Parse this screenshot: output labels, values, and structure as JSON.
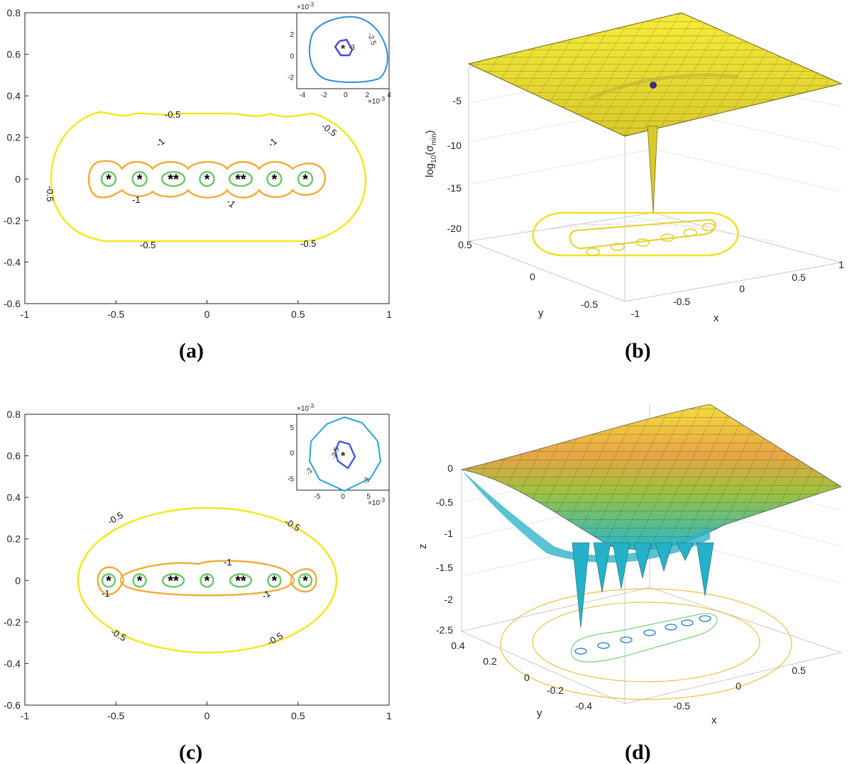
{
  "panel_labels": [
    "(a)",
    "(b)",
    "(c)",
    "(d)"
  ],
  "colors": {
    "level_-0.5": "#f5e71c",
    "level_-1": "#f0ad3c",
    "level_-1.5": "#6dc96b",
    "level_-2": "#25a4da",
    "level_-2.5": "#4a5ed6",
    "marker": "#000000",
    "surface_top": "#f2e93a",
    "surface_teal": "#27b7c9"
  },
  "chart_data": [
    {
      "id": "a",
      "type": "contour",
      "title": "",
      "xlabel": "",
      "ylabel": "",
      "xlim": [
        -1,
        1
      ],
      "ylim": [
        -0.6,
        0.8
      ],
      "xticks": [
        "-1",
        "-0.5",
        "0",
        "0.5",
        "1"
      ],
      "yticks": [
        "-0.6",
        "-0.4",
        "-0.2",
        "0",
        "0.2",
        "0.4",
        "0.6",
        "0.8"
      ],
      "eigenvalues_x": [
        -0.54,
        -0.37,
        -0.2,
        -0.17,
        0,
        0.17,
        0.2,
        0.37,
        0.54
      ],
      "eigenvalues_y": [
        0,
        0,
        0,
        0,
        0,
        0,
        0,
        0,
        0
      ],
      "contour_levels": [
        -0.5,
        -1,
        -1.5
      ],
      "contour_labels": [
        "-0.5",
        "-0.5",
        "-0.5",
        "-0.5",
        "-0.5",
        "-1",
        "-1",
        "-1",
        "-1"
      ],
      "inset": {
        "xticks": [
          "-4",
          "-2",
          "0",
          "2",
          "4"
        ],
        "yticks": [
          "-2",
          "0",
          "2"
        ],
        "scale_label": "×10",
        "scale_exp": "-3",
        "contour_labels": [
          "-2.5",
          "-3"
        ]
      }
    },
    {
      "id": "b",
      "type": "surface",
      "xlabel": "x",
      "ylabel": "y",
      "zlabel_main": "log",
      "zlabel_sub": "10",
      "zlabel_tail": "(σ",
      "zlabel_sub2": "min",
      "zlabel_close": ")",
      "zticks": [
        "-5",
        "-10",
        "-15",
        "-20"
      ],
      "xticks": [
        "-1",
        "-0.5",
        "0",
        "0.5",
        "1"
      ],
      "yticks": [
        "0.5",
        "0",
        "-0.5"
      ]
    },
    {
      "id": "c",
      "type": "contour",
      "title": "",
      "xlabel": "",
      "ylabel": "",
      "xlim": [
        -1,
        1
      ],
      "ylim": [
        -0.6,
        0.8
      ],
      "xticks": [
        "-1",
        "-0.5",
        "0",
        "0.5",
        "1"
      ],
      "yticks": [
        "-0.6",
        "-0.4",
        "-0.2",
        "0",
        "0.2",
        "0.4",
        "0.6",
        "0.8"
      ],
      "eigenvalues_x": [
        -0.54,
        -0.37,
        -0.2,
        -0.17,
        0,
        0.17,
        0.2,
        0.37,
        0.54
      ],
      "eigenvalues_y": [
        0,
        0,
        0,
        0,
        0,
        0,
        0,
        0,
        0
      ],
      "contour_levels": [
        -0.5,
        -1,
        -1.5
      ],
      "contour_labels": [
        "-0.5",
        "-0.5",
        "-0.5",
        "-0.5",
        "-1",
        "-1",
        "-1"
      ],
      "inset": {
        "xticks": [
          "-5",
          "0",
          "5"
        ],
        "yticks": [
          "-5",
          "0",
          "5"
        ],
        "scale_label": "×10",
        "scale_exp": "-3",
        "contour_labels": [
          "-2.5",
          "-2",
          "-2"
        ]
      }
    },
    {
      "id": "d",
      "type": "surface",
      "xlabel": "x",
      "ylabel": "y",
      "zlabel": "z",
      "zticks": [
        "0",
        "-0.5",
        "-1",
        "-1.5",
        "-2",
        "-2.5"
      ],
      "xticks": [
        "-0.5",
        "0",
        "0.5"
      ],
      "yticks": [
        "0.4",
        "0.2",
        "0",
        "-0.2",
        "-0.4"
      ]
    }
  ]
}
